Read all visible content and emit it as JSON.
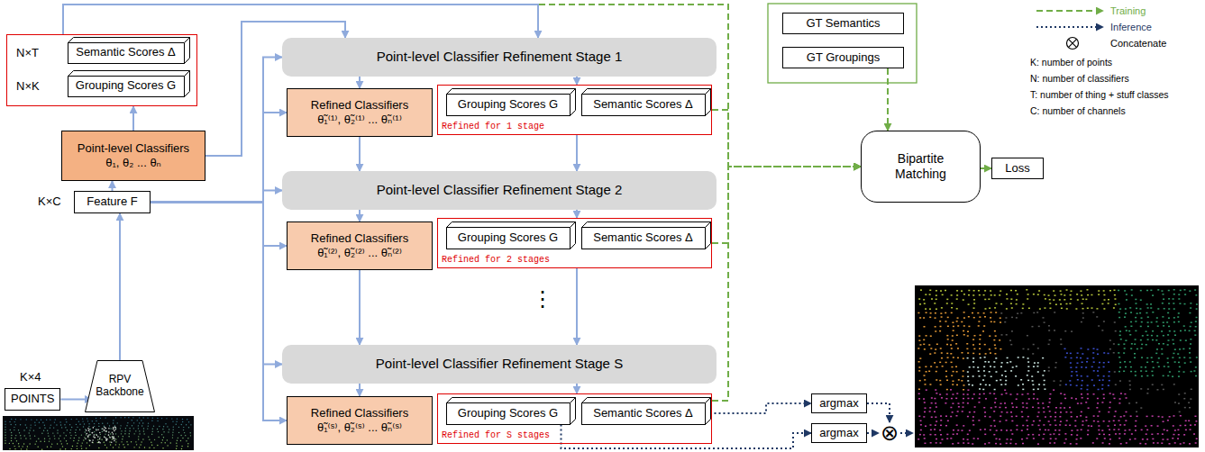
{
  "diagram": {
    "nodes": [
      {
        "text": [
          "N×T",
          "N×K"
        ]
      },
      {
        "text": [
          "Semantic Scores Δ"
        ],
        "in": 0
      },
      {
        "text": [
          "Grouping Scores G"
        ],
        "in": 0
      },
      {
        "text": [
          "Point-level Classifiers",
          "θ₁, θ₂ ... θₙ"
        ]
      },
      {
        "text": [
          "Feature F"
        ]
      },
      {
        "text": [
          "POINTS"
        ]
      },
      {
        "text": [
          "RPV Backbone"
        ]
      },
      {
        "text": [
          "Point-level Classifier Refinement Stage 1"
        ]
      },
      {
        "text": [
          "Refined Classifiers",
          "θ̃₁⁽¹⁾, θ̃₂⁽¹⁾ ... θ̃ₙ⁽¹⁾"
        ]
      },
      {
        "text": [
          "Refined for 1 stage"
        ]
      },
      {
        "text": [
          "Grouping Scores G"
        ],
        "in": 9
      },
      {
        "text": [
          "Semantic Scores Δ"
        ],
        "in": 9
      },
      {
        "text": [
          "Point-level Classifier Refinement Stage 2"
        ]
      },
      {
        "text": [
          "Refined Classifiers",
          "θ̃₁⁽²⁾, θ̃₂⁽²⁾ ... θ̃ₙ⁽²⁾"
        ]
      },
      {
        "text": [
          "Refined for 2 stages"
        ]
      },
      {
        "text": [
          "Grouping Scores G"
        ],
        "in": 14
      },
      {
        "text": [
          "Semantic Scores Δ"
        ],
        "in": 14
      },
      {
        "text": [
          "Point-level Classifier Refinement Stage S"
        ]
      },
      {
        "text": [
          "Refined Classifiers",
          "θ̃₁⁽ˢ⁾, θ̃₂⁽ˢ⁾ ... θ̃ₙ⁽ˢ⁾"
        ]
      },
      {
        "text": [
          "Refined for S stages"
        ]
      },
      {
        "text": [
          "Grouping Scores G"
        ],
        "in": 19
      },
      {
        "text": [
          "Semantic Scores Δ"
        ],
        "in": 19
      },
      {
        "text": [
          "GT Semantics"
        ]
      },
      {
        "text": [
          "GT Groupings"
        ]
      },
      {
        "text": [
          "Bipartite Matching"
        ]
      },
      {
        "text": [
          "Loss"
        ]
      },
      {
        "text": [
          "argmax"
        ]
      },
      {
        "text": [
          "argmax"
        ]
      },
      {
        "text": [
          "⊗"
        ]
      }
    ],
    "edges": [
      {
        "from": 5,
        "to": 6,
        "arrow": "to"
      },
      {
        "from": 6,
        "to": 4,
        "arrow": "to"
      },
      {
        "from": 4,
        "to": 3,
        "arrow": "to"
      },
      {
        "from": 3,
        "to": 0,
        "arrow": "to"
      },
      {
        "from": 3,
        "to": 7,
        "arrow": "to"
      },
      {
        "from": 0,
        "to": 7,
        "arrow": "to"
      },
      {
        "from": 0,
        "to": 24,
        "arrow": "to"
      },
      {
        "from": 4,
        "to": 7,
        "arrow": "to"
      },
      {
        "from": 4,
        "to": 8,
        "arrow": "to"
      },
      {
        "from": 4,
        "to": 12,
        "arrow": "to"
      },
      {
        "from": 4,
        "to": 13,
        "arrow": "to"
      },
      {
        "from": 4,
        "to": 17,
        "arrow": "to"
      },
      {
        "from": 4,
        "to": 18,
        "arrow": "to"
      },
      {
        "from": 7,
        "to": 8,
        "arrow": "to"
      },
      {
        "from": 7,
        "to": 9,
        "arrow": "to"
      },
      {
        "from": 8,
        "to": 12,
        "arrow": "to"
      },
      {
        "from": 9,
        "to": 12,
        "arrow": "to"
      },
      {
        "from": 12,
        "to": 13,
        "arrow": "to"
      },
      {
        "from": 12,
        "to": 14,
        "arrow": "to"
      },
      {
        "from": 13,
        "to": 17,
        "arrow": "to"
      },
      {
        "from": 14,
        "to": 17,
        "arrow": "to"
      },
      {
        "from": 17,
        "to": 18,
        "arrow": "to"
      },
      {
        "from": 17,
        "to": 19,
        "arrow": "to"
      },
      {
        "from": 9,
        "to": 24,
        "arrow": "to"
      },
      {
        "from": 14,
        "to": 24,
        "arrow": "to"
      },
      {
        "from": 19,
        "to": 24,
        "arrow": "to"
      },
      {
        "from": 23,
        "to": 24,
        "arrow": "to"
      },
      {
        "from": 24,
        "to": 25,
        "arrow": "to"
      },
      {
        "from": 21,
        "to": 26,
        "arrow": "to"
      },
      {
        "from": 20,
        "to": 27,
        "arrow": "to"
      },
      {
        "from": 26,
        "to": 28,
        "arrow": "to"
      },
      {
        "from": 27,
        "to": 28,
        "arrow": "to"
      }
    ],
    "labels": [
      "K×C",
      "K×4",
      "⋮",
      "K: number of points",
      "N: number of classifiers",
      "T: number of thing + stuff classes",
      "C: number of channels"
    ],
    "legend": [
      {
        "text": "Training"
      },
      {
        "text": "Inference"
      },
      {
        "text": "Concatenate"
      }
    ]
  }
}
